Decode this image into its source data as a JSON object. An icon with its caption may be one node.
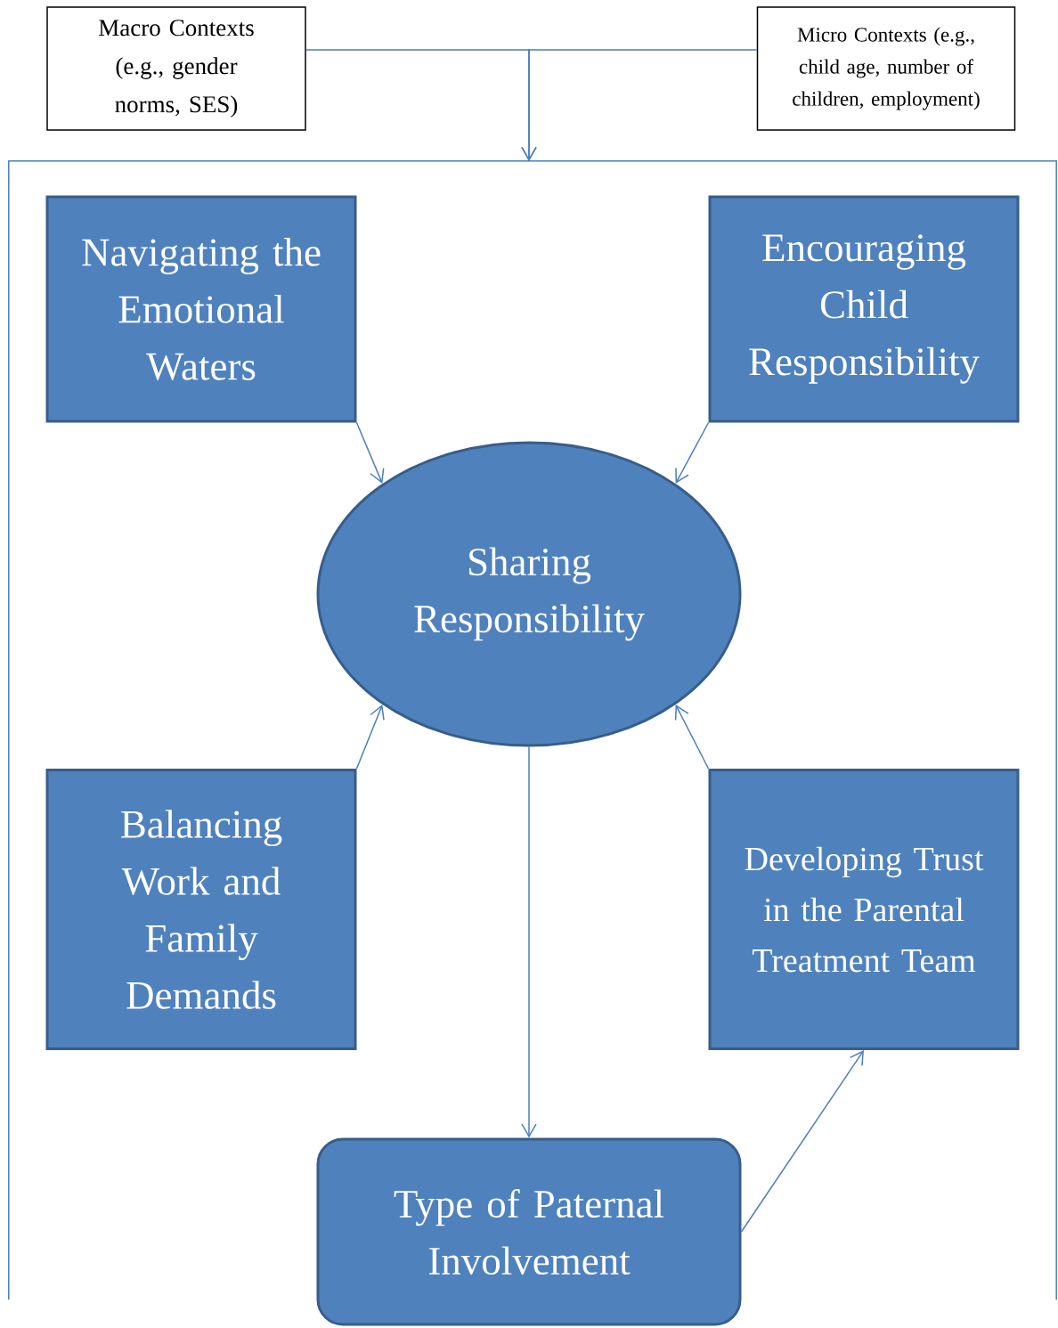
{
  "diagram": {
    "nodes": [
      {
        "text": [
          "Macro Contexts (e.g., gender norms, SES)"
        ]
      },
      {
        "text": [
          "Micro Contexts (e.g., child age, number of children, employment)"
        ]
      },
      {
        "text": [],
        "shape": "box"
      },
      {
        "text": [
          "Navigating the Emotional Waters"
        ],
        "in": 2
      },
      {
        "text": [
          "Encouraging Child Responsibility"
        ],
        "in": 2
      },
      {
        "text": [
          "Sharing Responsibility"
        ],
        "in": 2
      },
      {
        "text": [
          "Balancing Work and Family Demands"
        ],
        "in": 2
      },
      {
        "text": [
          "Developing Trust in the Parental Treatment Team"
        ],
        "in": 2
      },
      {
        "text": [
          "Type of Paternal Involvement"
        ],
        "in": 2
      }
    ],
    "edges": [
      {
        "from": 0,
        "to": 2,
        "arrow": "to"
      },
      {
        "from": 1,
        "to": 2,
        "arrow": "to"
      },
      {
        "from": 3,
        "to": 5,
        "arrow": "to"
      },
      {
        "from": 4,
        "to": 5,
        "arrow": "to"
      },
      {
        "from": 6,
        "to": 5,
        "arrow": "to"
      },
      {
        "from": 7,
        "to": 5,
        "arrow": "to"
      },
      {
        "from": 5,
        "to": 8,
        "arrow": "to"
      },
      {
        "from": 8,
        "to": 7,
        "arrow": "to"
      }
    ]
  }
}
